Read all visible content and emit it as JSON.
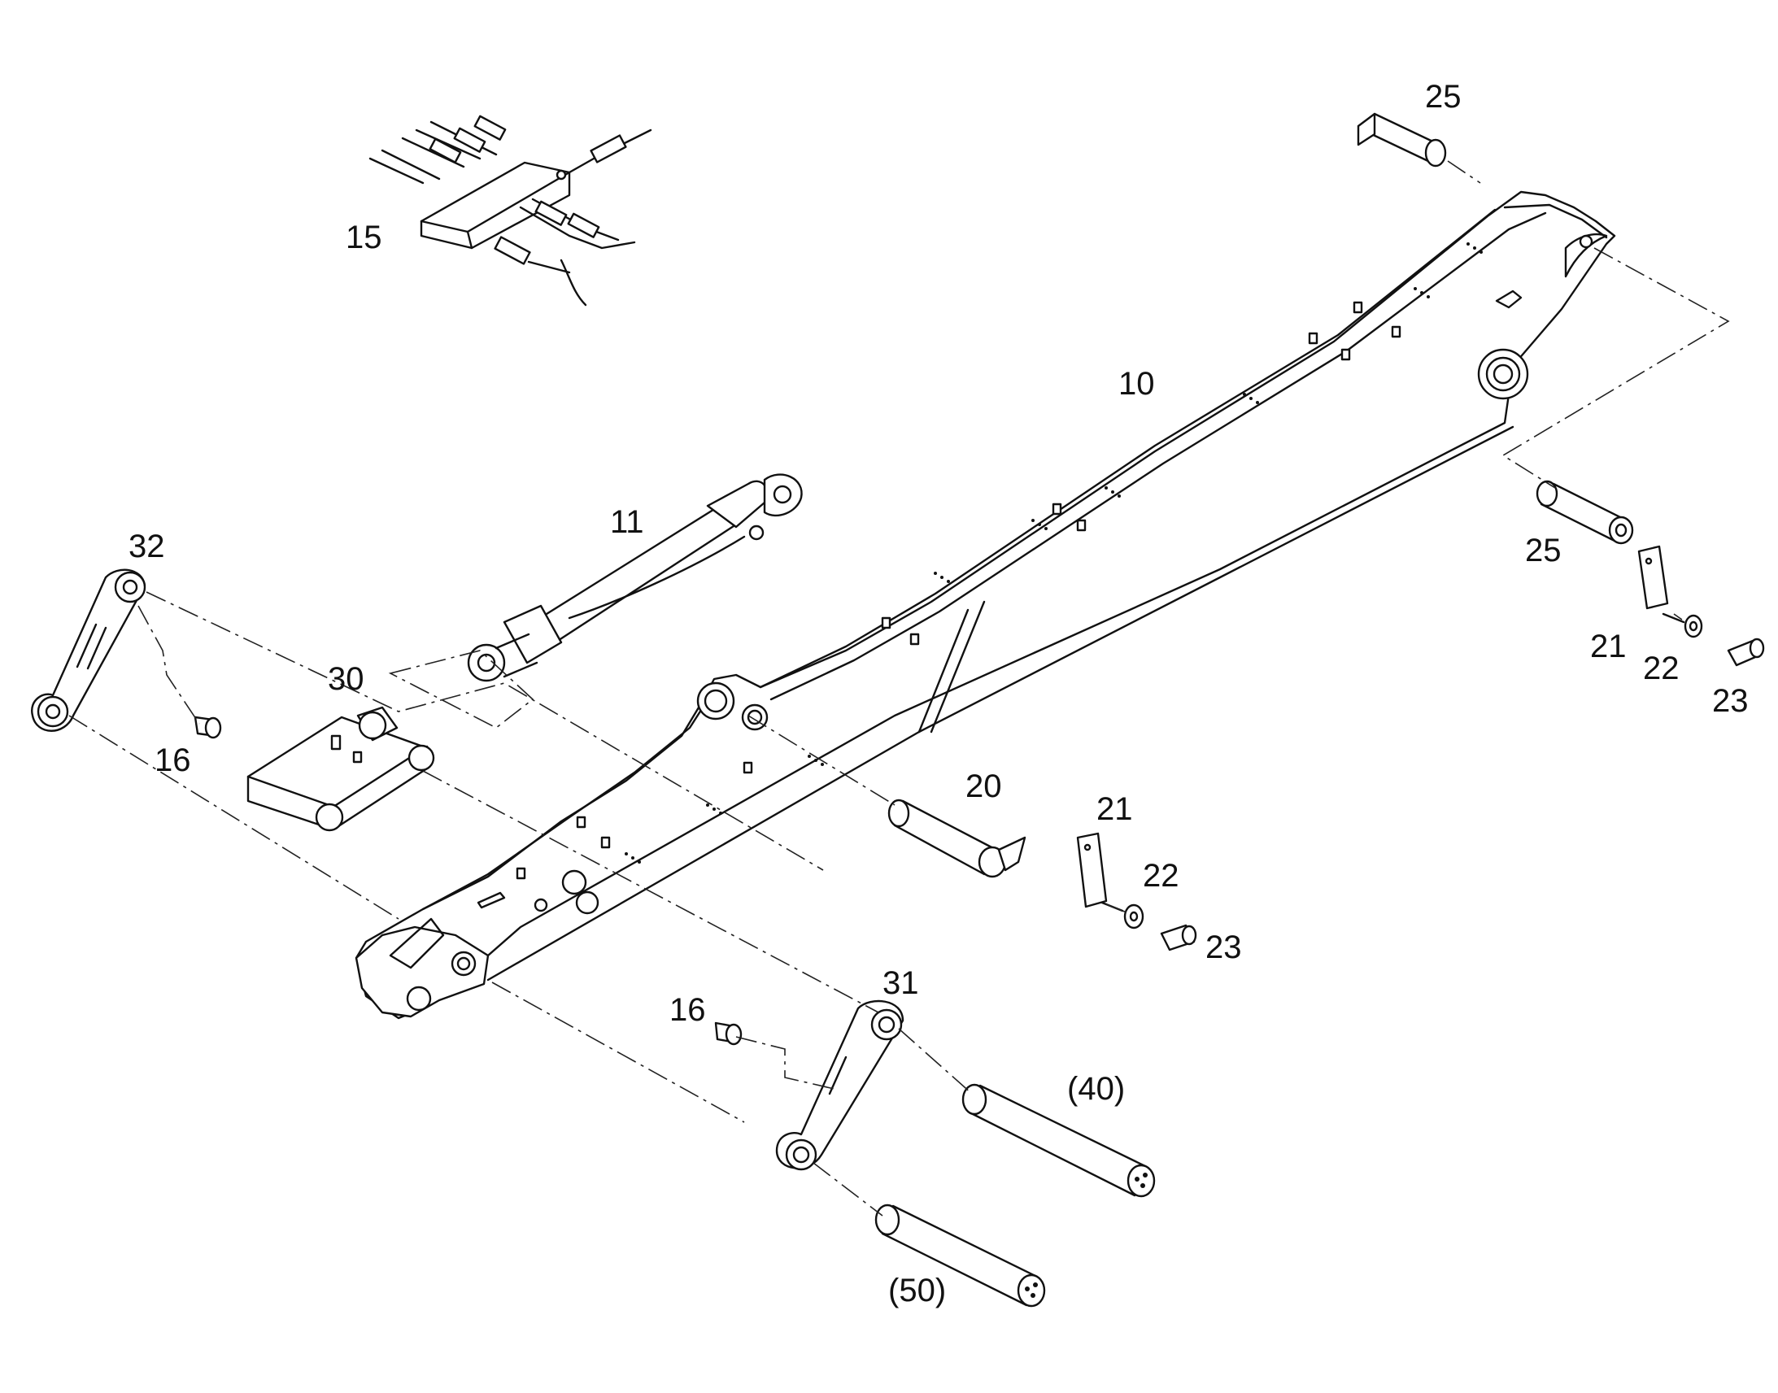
{
  "callouts": {
    "boom": "10",
    "cylinder": "11",
    "valve_block": "15",
    "bolt_left": "16",
    "bolt_center": "16",
    "foot_pin": "20",
    "plate_right": "21",
    "washer_right": "22",
    "screw_right": "23",
    "plate_center": "21",
    "washer_center": "22",
    "screw_center": "23",
    "pin_top": "25",
    "pin_right": "25",
    "bracket": "30",
    "link_right": "31",
    "link_left": "32",
    "pin_40": "(40)",
    "pin_50": "(50)"
  }
}
